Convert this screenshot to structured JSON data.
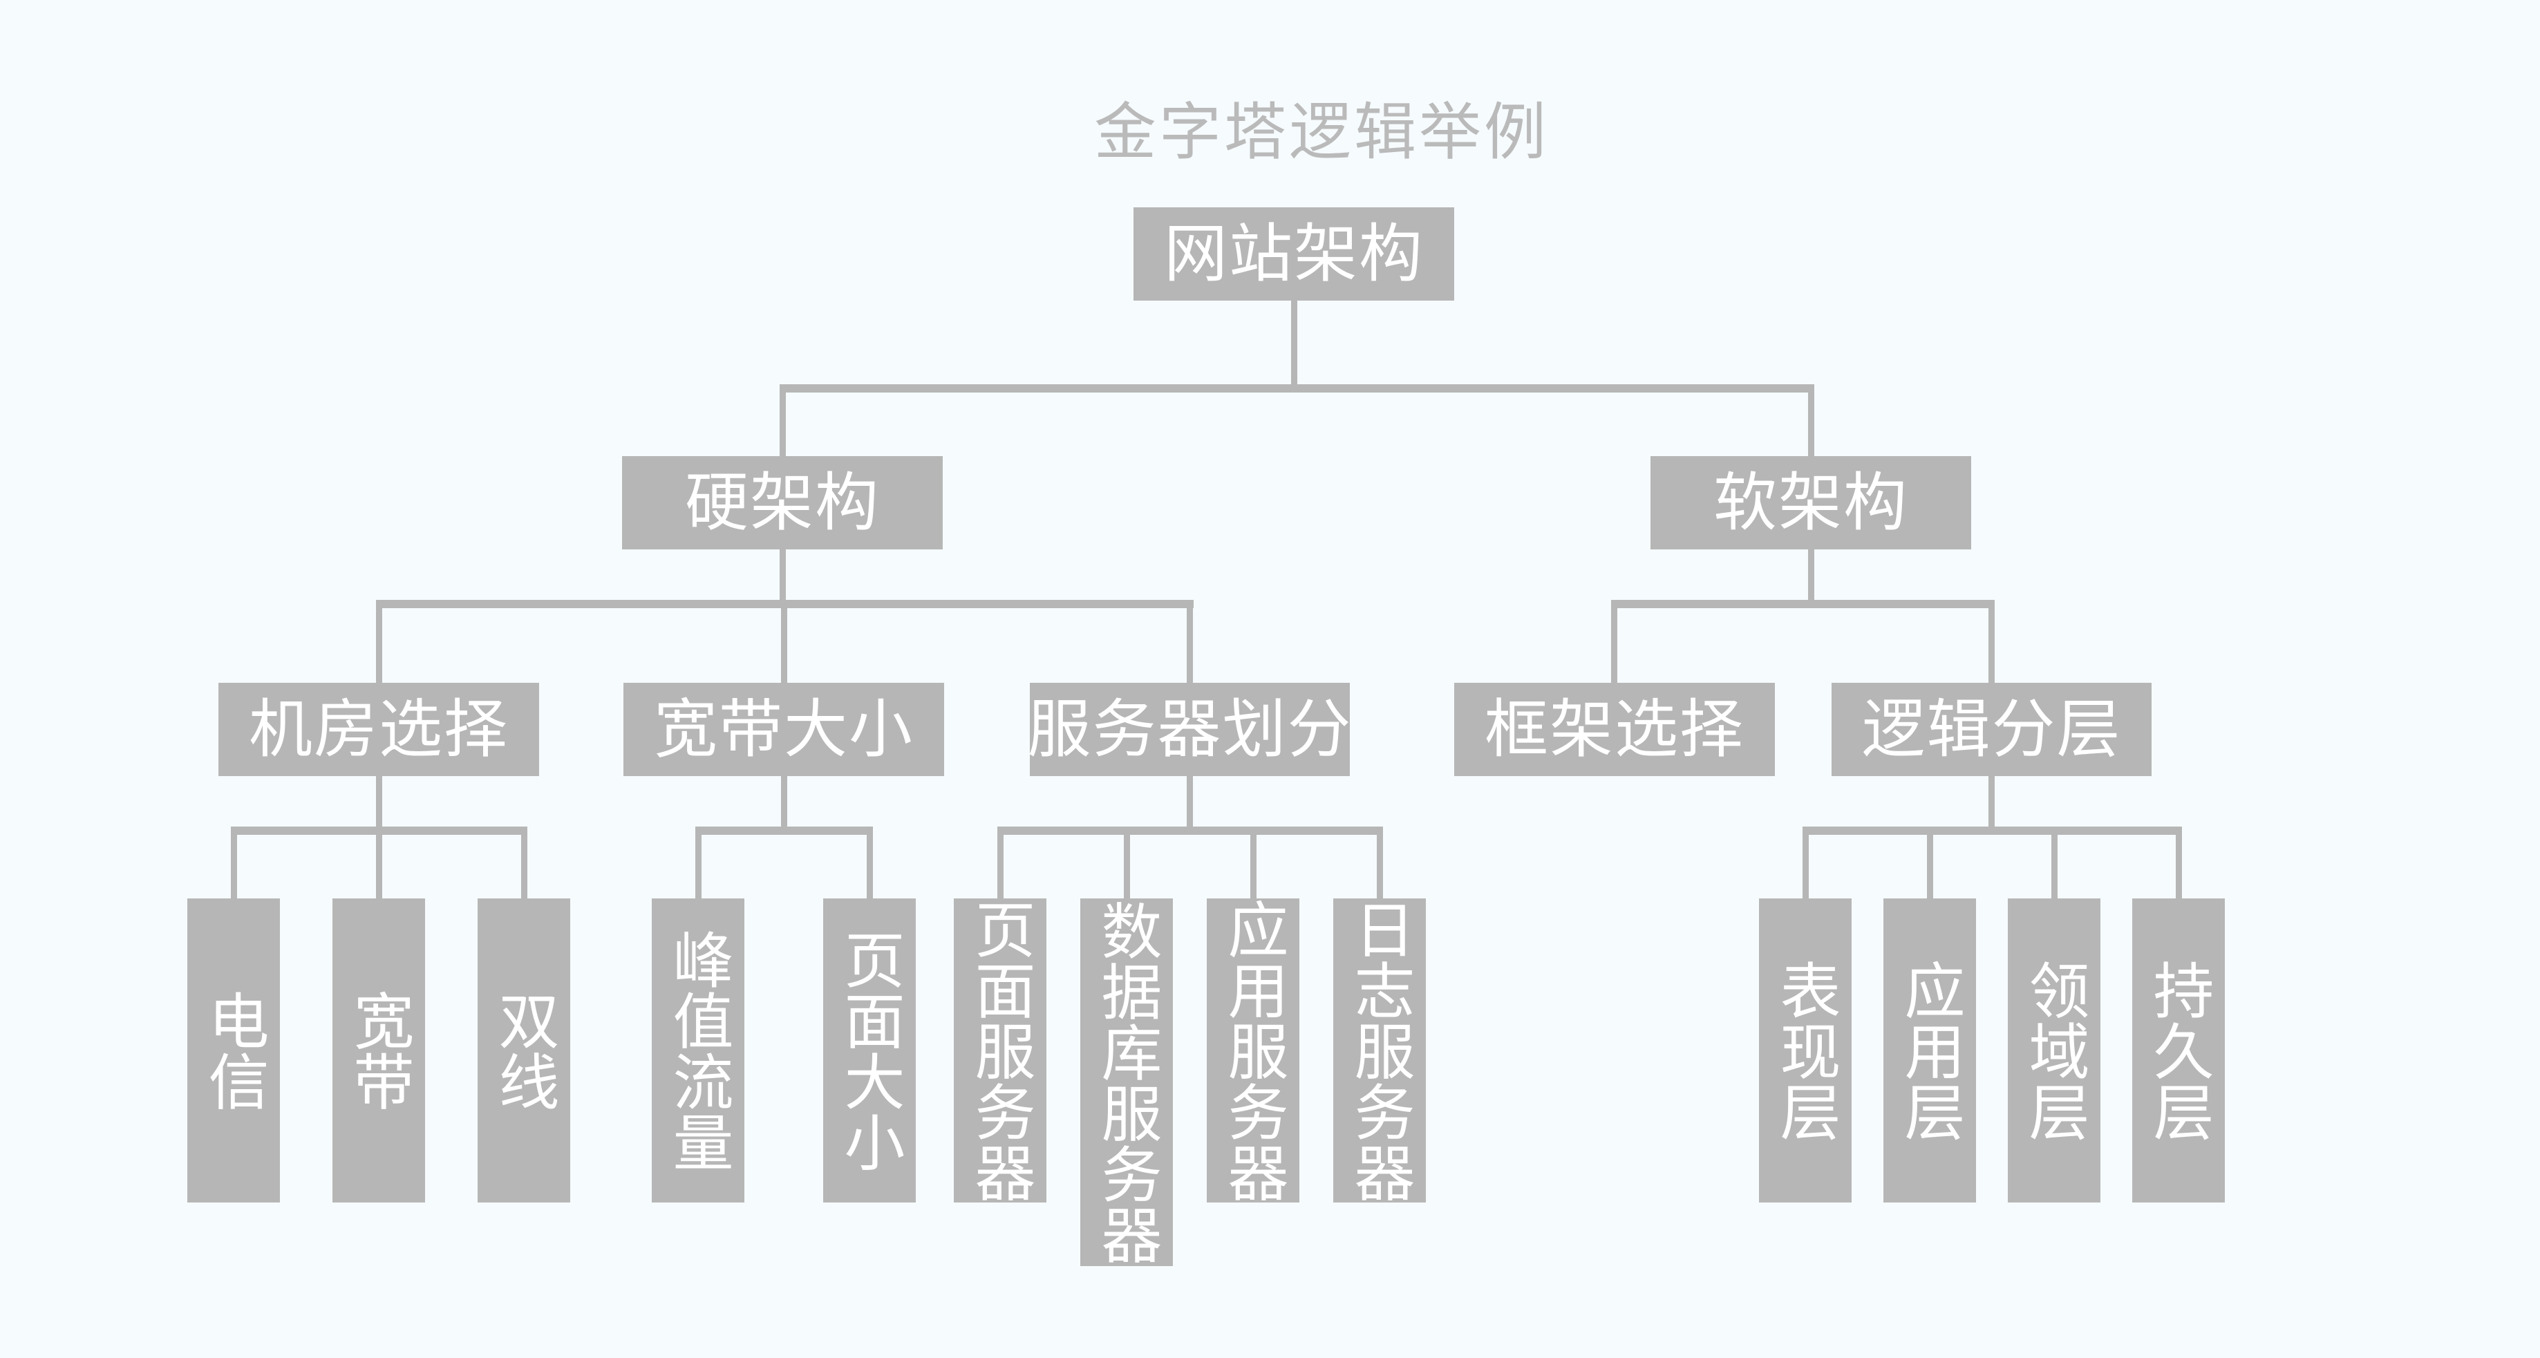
{
  "title": "金字塔逻辑举例",
  "colors": {
    "background": "#f6fbfe",
    "node_fill": "#b6b6b6",
    "node_text": "#ffffff",
    "connector": "#b6b6b6",
    "title_text": "#bababa"
  },
  "tree": {
    "label": "网站架构",
    "children": [
      {
        "label": "硬架构",
        "children": [
          {
            "label": "机房选择",
            "children": [
              {
                "label": "电信"
              },
              {
                "label": "宽带"
              },
              {
                "label": "双线"
              }
            ]
          },
          {
            "label": "宽带大小",
            "children": [
              {
                "label": "峰值流量"
              },
              {
                "label": "页面大小"
              }
            ]
          },
          {
            "label": "服务器划分",
            "children": [
              {
                "label": "页面服务器"
              },
              {
                "label": "数据库服务器"
              },
              {
                "label": "应用服务器"
              },
              {
                "label": "日志服务器"
              }
            ]
          }
        ]
      },
      {
        "label": "软架构",
        "children": [
          {
            "label": "框架选择"
          },
          {
            "label": "逻辑分层",
            "children": [
              {
                "label": "表现层"
              },
              {
                "label": "应用层"
              },
              {
                "label": "领域层"
              },
              {
                "label": "持久层"
              }
            ]
          }
        ]
      }
    ]
  }
}
